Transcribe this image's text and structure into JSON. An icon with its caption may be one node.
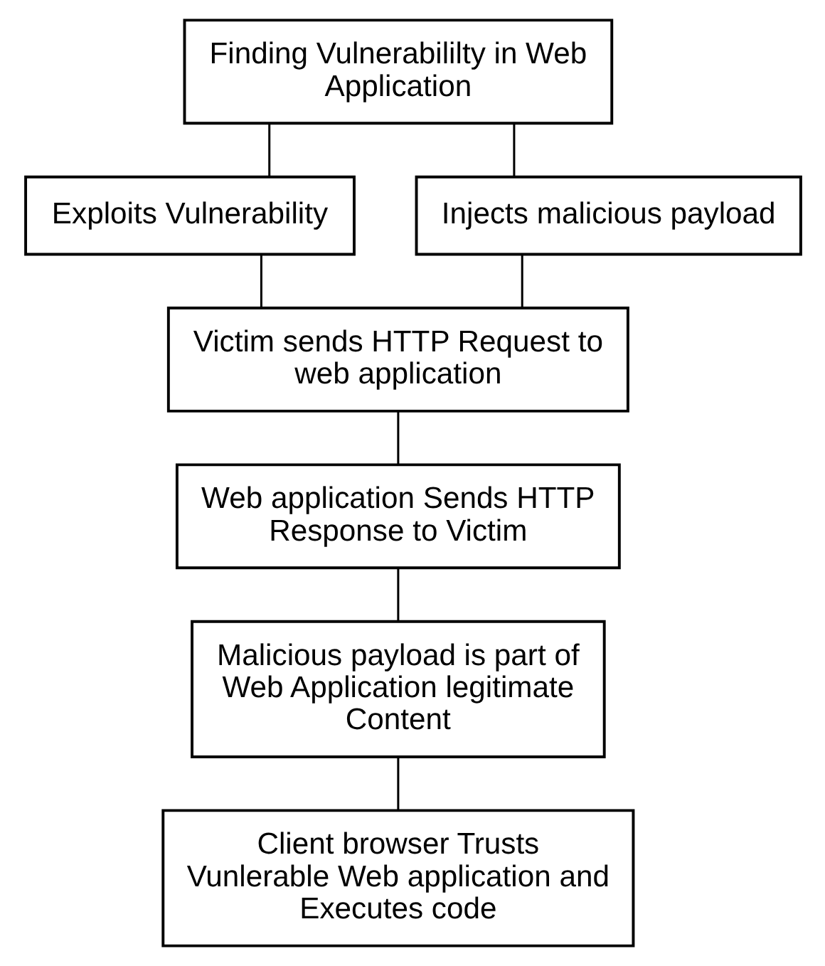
{
  "diagram": {
    "nodes": [
      {
        "text": [
          "Finding Vulnerabililty in Web Application"
        ]
      },
      {
        "text": [
          "Exploits Vulnerability"
        ]
      },
      {
        "text": [
          "Injects malicious payload"
        ]
      },
      {
        "text": [
          "Victim sends HTTP Request to web application"
        ]
      },
      {
        "text": [
          "Web application Sends HTTP Response to Victim"
        ]
      },
      {
        "text": [
          "Malicious payload is part of Web Application legitimate Content"
        ]
      },
      {
        "text": [
          "Client browser Trusts Vunlerable Web application and Executes code"
        ]
      }
    ],
    "edges": [
      {
        "from": 0,
        "to": 1,
        "arrow": "none"
      },
      {
        "from": 0,
        "to": 2,
        "arrow": "none"
      },
      {
        "from": 1,
        "to": 3,
        "arrow": "none"
      },
      {
        "from": 2,
        "to": 3,
        "arrow": "none"
      },
      {
        "from": 3,
        "to": 4,
        "arrow": "none"
      },
      {
        "from": 4,
        "to": 5,
        "arrow": "none"
      },
      {
        "from": 5,
        "to": 6,
        "arrow": "none"
      }
    ]
  }
}
